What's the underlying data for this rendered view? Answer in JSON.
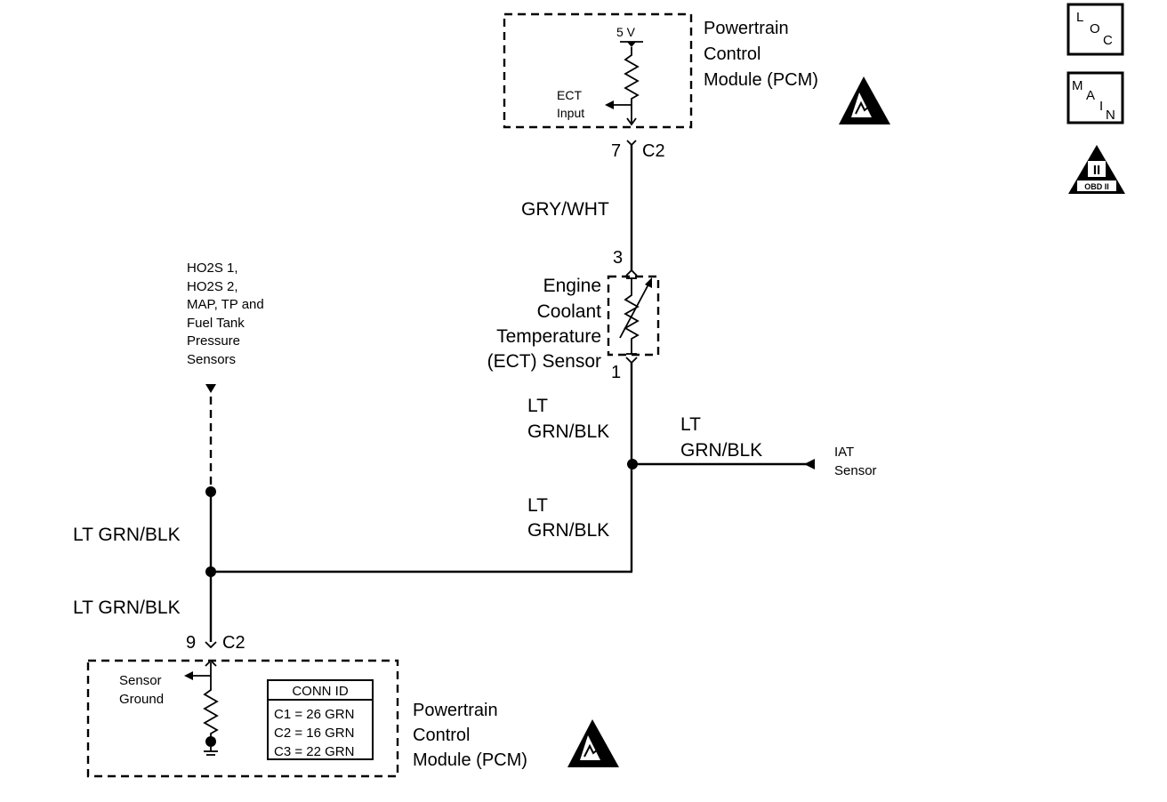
{
  "pcm_top": {
    "title_lines": [
      "Powertrain",
      "Control",
      "Module (PCM)"
    ],
    "voltage": "5 V",
    "input_lines": [
      "ECT",
      "Input"
    ],
    "pin": "7",
    "connector": "C2"
  },
  "wire_pcm_to_ect": "GRY/WHT",
  "ect_sensor": {
    "pin_top": "3",
    "pin_bottom": "1",
    "label_lines": [
      "Engine",
      "Coolant",
      "Temperature",
      "(ECT) Sensor"
    ]
  },
  "wire_ect_to_splice": [
    "LT",
    "GRN/BLK"
  ],
  "wire_to_iat": [
    "LT",
    "GRN/BLK"
  ],
  "iat_lines": [
    "IAT",
    "Sensor"
  ],
  "wire_splice_to_ground": [
    "LT",
    "GRN/BLK"
  ],
  "other_sensors_lines": [
    "HO2S 1,",
    "HO2S 2,",
    "MAP, TP and",
    "Fuel Tank",
    "Pressure",
    "Sensors"
  ],
  "wire_left_upper": "LT GRN/BLK",
  "wire_left_lower": "LT GRN/BLK",
  "pcm_bottom": {
    "pin": "9",
    "connector": "C2",
    "ground_lines": [
      "Sensor",
      "Ground"
    ],
    "conn_id": {
      "title": "CONN ID",
      "rows": [
        "C1 = 26 GRN",
        "C2 = 16 GRN",
        "C3 = 22 GRN"
      ]
    },
    "title_lines": [
      "Powertrain",
      "Control",
      "Module (PCM)"
    ]
  },
  "side_icons": {
    "loc": [
      "L",
      "O",
      "C"
    ],
    "main": [
      "M",
      "A",
      "I",
      "N"
    ],
    "obd": [
      "II",
      "OBD II"
    ]
  }
}
